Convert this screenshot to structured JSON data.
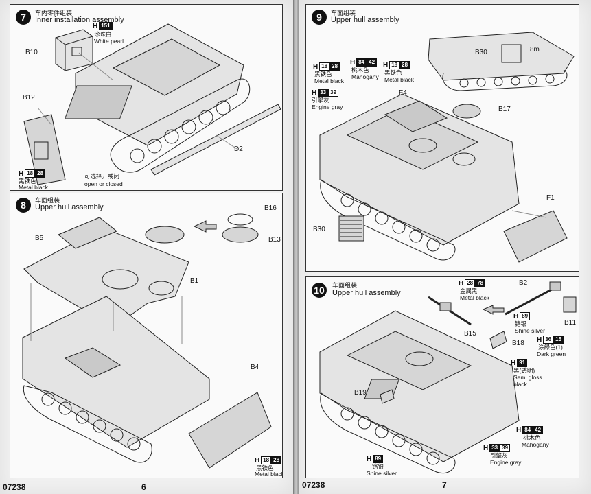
{
  "pages": {
    "left_number": "6",
    "right_number": "7",
    "left_code": "07238",
    "right_code": "07238"
  },
  "steps": [
    {
      "number": "7",
      "title_cn": "车内零件组装",
      "title_en": "Inner installation assembly",
      "labels": [
        "B10",
        "B12",
        "D2"
      ],
      "paints": [
        {
          "code": "151",
          "cn": "珍珠白",
          "en": "White pearl"
        },
        {
          "code1": "18",
          "code2": "28",
          "cn": "黑铁色",
          "en": "Metal black"
        }
      ],
      "note_cn": "可选择开或闭",
      "note_en": "open or closed"
    },
    {
      "number": "8",
      "title_cn": "车面组装",
      "title_en": "Upper hull assembly",
      "labels": [
        "B5",
        "B16",
        "B13",
        "B1",
        "B4"
      ],
      "paints": [
        {
          "code1": "18",
          "code2": "28",
          "cn": "黑铁色",
          "en": "Metal black"
        }
      ]
    },
    {
      "number": "9",
      "title_cn": "车面组装",
      "title_en": "Upper hull assembly",
      "labels": [
        "B30",
        "8m",
        "F4",
        "B17",
        "F1",
        "B30"
      ],
      "paints": [
        {
          "code1": "18",
          "code2": "28",
          "cn": "黑铁色",
          "en": "Metal black"
        },
        {
          "code1": "84",
          "code2": "42",
          "cn": "桃木色",
          "en": "Mahogany"
        },
        {
          "code1": "18",
          "code2": "28",
          "cn": "黑铁色",
          "en": "Metal black"
        },
        {
          "code1": "33",
          "code2": "39",
          "cn": "引擎灰",
          "en": "Engine gray"
        }
      ]
    },
    {
      "number": "10",
      "title_cn": "车面组装",
      "title_en": "Upper hull assembly",
      "labels": [
        "B2",
        "B11",
        "B15",
        "B18",
        "B19"
      ],
      "paints": [
        {
          "code1": "28",
          "code2": "78",
          "cn": "金属黑",
          "en": "Metal black"
        },
        {
          "code": "89",
          "cn": "铬银",
          "en": "Shine silver"
        },
        {
          "code1": "36",
          "code2": "15",
          "cn": "涂绿色(1)",
          "en": "Dark green"
        },
        {
          "code": "91",
          "cn": "黑(透明)",
          "en": "Semi gloss\nblack"
        },
        {
          "code1": "84",
          "code2": "42",
          "cn": "桃木色",
          "en": "Mahogany"
        },
        {
          "code1": "33",
          "code2": "39",
          "cn": "引擎灰",
          "en": "Engine gray"
        },
        {
          "code": "89",
          "cn": "铬银",
          "en": "Shine silver"
        }
      ]
    }
  ]
}
